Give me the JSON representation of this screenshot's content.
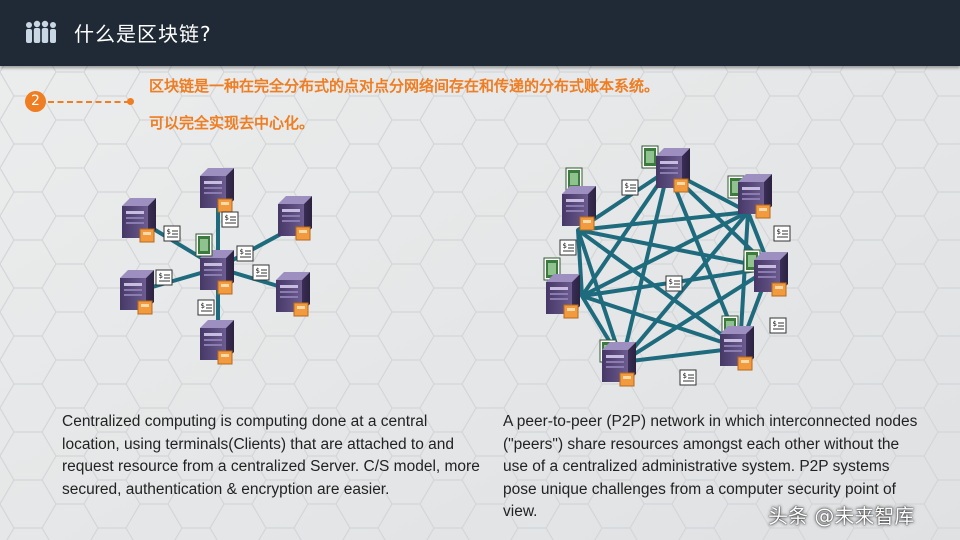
{
  "header": {
    "title": "什么是区块链?"
  },
  "badge": {
    "number": "2"
  },
  "headline": {
    "line1": "区块链是一种在完全分布式的点对点分网络间存在和传递的分布式账本系统。",
    "line2": "可以完全实现去中心化。"
  },
  "left": {
    "text": "Centralized computing is computing done at a central location, using terminals(Clients) that are attached to and request resource from a centralized Server. C/S model, more secured, authentication & encryption are easier."
  },
  "right": {
    "text": "A peer-to-peer (P2P) network in which interconnected nodes (\"peers\") share resources amongst each other without the use of a centralized administrative system. P2P systems pose unique challenges from a computer security point of view."
  },
  "watermark": {
    "text": "头条 @未来智库"
  },
  "colors": {
    "header": "#1f2a36",
    "accent": "#ef7d22",
    "link": "#1e6b7e",
    "server": "#5a4a7a"
  },
  "icons": {
    "header": "people-icon",
    "server": "server-icon",
    "document": "ledger-document-icon"
  }
}
